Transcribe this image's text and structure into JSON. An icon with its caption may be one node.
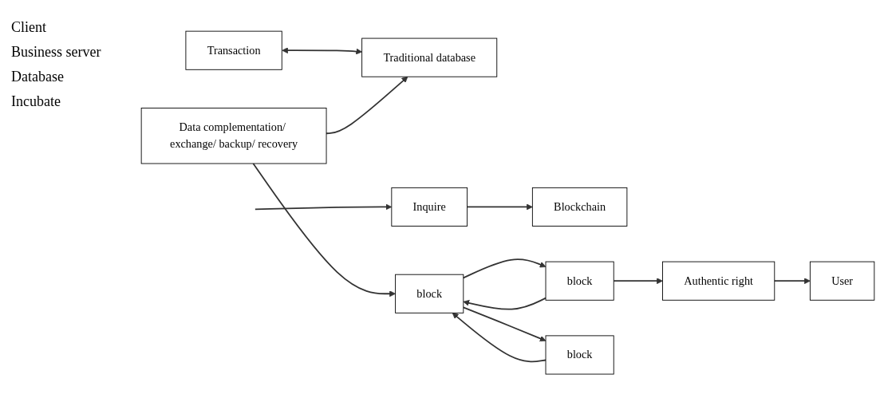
{
  "diagram": {
    "nodes": [
      {
        "text": [
          "Traditional database"
        ]
      },
      {
        "text": [
          "Transaction"
        ]
      },
      {
        "text": [
          "Data complementation/ exchange/ backup/ recovery"
        ]
      },
      {
        "text": [
          "Inquire"
        ]
      },
      {
        "text": [
          "Blockchain"
        ]
      },
      {
        "text": [
          "User"
        ]
      },
      {
        "text": [
          "Authentic right"
        ]
      },
      {
        "text": [
          "block"
        ]
      },
      {
        "text": [
          "block"
        ]
      },
      {
        "text": [
          "block"
        ]
      }
    ],
    "edges": [
      {
        "from": 1,
        "to": 0,
        "arrow": "both"
      },
      {
        "from": 2,
        "to": 0,
        "arrow": "to"
      },
      {
        "from": null,
        "to": 3,
        "arrow": "to"
      },
      {
        "from": 3,
        "to": 4,
        "arrow": "to"
      },
      {
        "from": 6,
        "to": 5,
        "arrow": "to"
      },
      {
        "from": 7,
        "to": 6,
        "arrow": "to"
      },
      {
        "from": 8,
        "to": 7,
        "arrow": "to"
      },
      {
        "from": 7,
        "to": 8,
        "arrow": "to"
      },
      {
        "from": 9,
        "to": 8,
        "arrow": "to"
      },
      {
        "from": 8,
        "to": 9,
        "arrow": "to"
      },
      {
        "from": 2,
        "to": 8,
        "arrow": "to"
      }
    ],
    "labels": [
      "Client",
      "Business server",
      "Database",
      "Incubate"
    ]
  }
}
